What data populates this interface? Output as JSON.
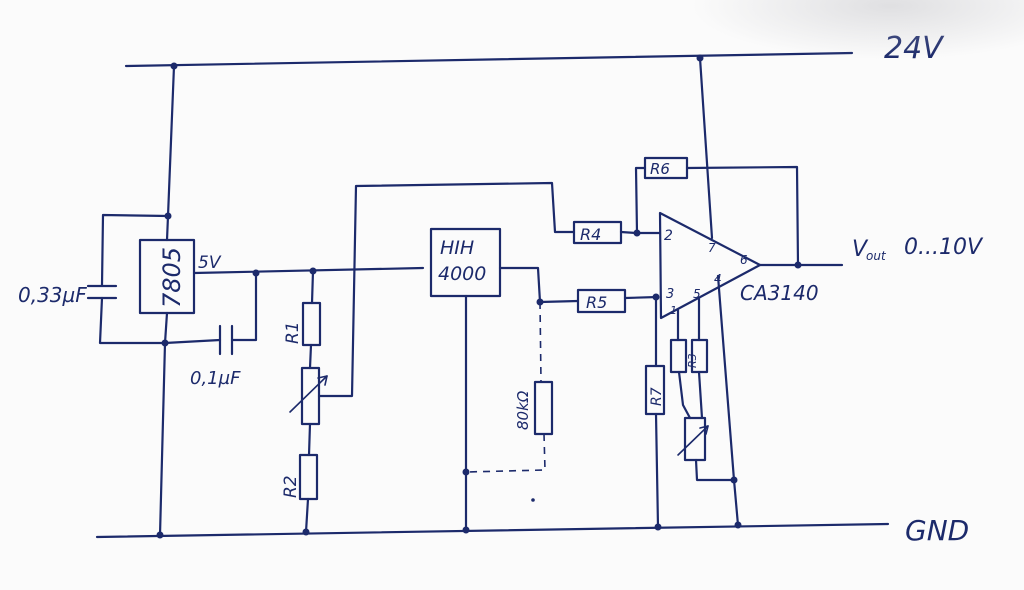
{
  "rails": {
    "supply_label": "24V",
    "ground_label": "GND"
  },
  "regulator": {
    "part": "7805",
    "output_label": "5V"
  },
  "capacitors": {
    "input_cap": "0,33µF",
    "output_cap": "0,1µF"
  },
  "sensor": {
    "line1": "HIH",
    "line2": "4000"
  },
  "resistors": {
    "r1": "R1",
    "r2": "R2",
    "r3": "R3",
    "r4": "R4",
    "r5": "R5",
    "r6": "R6",
    "r7": "R7",
    "load": "80kΩ"
  },
  "opamp": {
    "part": "CA3140",
    "pin2": "2",
    "pin3": "3",
    "pin4": "4",
    "pin5": "5",
    "pin6": "6",
    "pin7": "7",
    "pin1": "1"
  },
  "output": {
    "label_main": "V",
    "label_sub": "out",
    "range": "0...10V"
  },
  "colors": {
    "ink": "#1c2a6b",
    "paper": "#fbfbfb"
  }
}
